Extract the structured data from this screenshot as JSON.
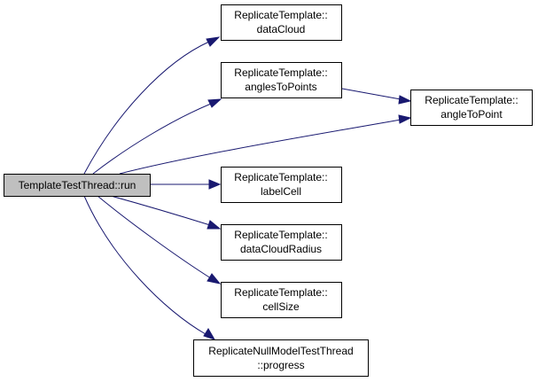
{
  "graph": {
    "nodes": [
      {
        "id": "run",
        "lines": [
          "TemplateTestThread::run"
        ],
        "root": true
      },
      {
        "id": "dataCloud",
        "lines": [
          "ReplicateTemplate::",
          "dataCloud"
        ]
      },
      {
        "id": "anglesToPoints",
        "lines": [
          "ReplicateTemplate::",
          "anglesToPoints"
        ]
      },
      {
        "id": "angleToPoint",
        "lines": [
          "ReplicateTemplate::",
          "angleToPoint"
        ]
      },
      {
        "id": "labelCell",
        "lines": [
          "ReplicateTemplate::",
          "labelCell"
        ]
      },
      {
        "id": "dataCloudRadius",
        "lines": [
          "ReplicateTemplate::",
          "dataCloudRadius"
        ]
      },
      {
        "id": "cellSize",
        "lines": [
          "ReplicateTemplate::",
          "cellSize"
        ]
      },
      {
        "id": "progress",
        "lines": [
          "ReplicateNullModelTestThread",
          "::progress"
        ]
      }
    ],
    "edges": [
      {
        "from": "run",
        "to": "dataCloud"
      },
      {
        "from": "run",
        "to": "anglesToPoints"
      },
      {
        "from": "run",
        "to": "angleToPoint"
      },
      {
        "from": "anglesToPoints",
        "to": "angleToPoint"
      },
      {
        "from": "run",
        "to": "labelCell"
      },
      {
        "from": "run",
        "to": "dataCloudRadius"
      },
      {
        "from": "run",
        "to": "cellSize"
      },
      {
        "from": "run",
        "to": "progress"
      }
    ],
    "colors": {
      "edge": "#191970",
      "root_fill": "#bfbfbf",
      "node_fill": "#ffffff",
      "border": "#000000"
    }
  }
}
